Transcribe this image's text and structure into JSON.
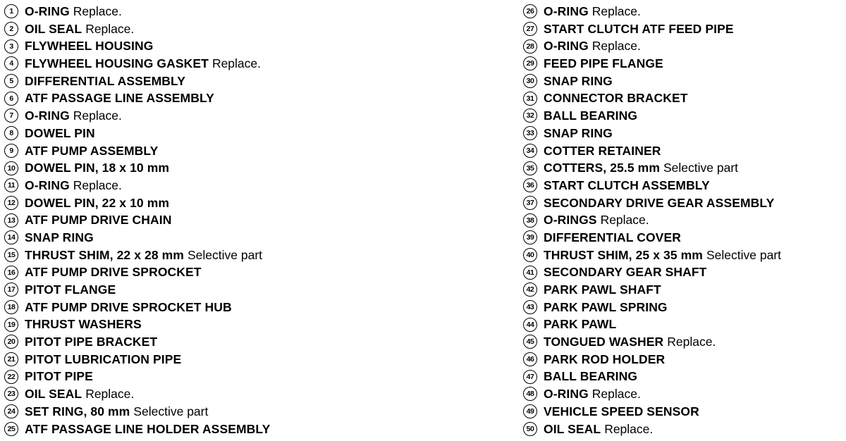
{
  "left_column": [
    {
      "num": "1",
      "name": "O-RING",
      "note": "Replace."
    },
    {
      "num": "2",
      "name": "OIL SEAL",
      "note": "Replace."
    },
    {
      "num": "3",
      "name": "FLYWHEEL HOUSING",
      "note": ""
    },
    {
      "num": "4",
      "name": "FLYWHEEL HOUSING GASKET",
      "note": "Replace."
    },
    {
      "num": "5",
      "name": "DIFFERENTIAL ASSEMBLY",
      "note": ""
    },
    {
      "num": "6",
      "name": "ATF PASSAGE LINE ASSEMBLY",
      "note": ""
    },
    {
      "num": "7",
      "name": "O-RING",
      "note": "Replace."
    },
    {
      "num": "8",
      "name": "DOWEL PIN",
      "note": ""
    },
    {
      "num": "9",
      "name": "ATF PUMP ASSEMBLY",
      "note": ""
    },
    {
      "num": "10",
      "name": "DOWEL PIN, 18 x 10 mm",
      "note": ""
    },
    {
      "num": "11",
      "name": "O-RING",
      "note": "Replace."
    },
    {
      "num": "12",
      "name": "DOWEL PIN, 22 x 10 mm",
      "note": ""
    },
    {
      "num": "13",
      "name": "ATF PUMP DRIVE CHAIN",
      "note": ""
    },
    {
      "num": "14",
      "name": "SNAP RING",
      "note": ""
    },
    {
      "num": "15",
      "name": "THRUST SHIM, 22 x 28 mm",
      "note": "Selective part"
    },
    {
      "num": "16",
      "name": "ATF PUMP DRIVE SPROCKET",
      "note": ""
    },
    {
      "num": "17",
      "name": "PITOT FLANGE",
      "note": ""
    },
    {
      "num": "18",
      "name": "ATF PUMP DRIVE SPROCKET HUB",
      "note": ""
    },
    {
      "num": "19",
      "name": "THRUST WASHERS",
      "note": ""
    },
    {
      "num": "20",
      "name": "PITOT PIPE BRACKET",
      "note": ""
    },
    {
      "num": "21",
      "name": "PITOT LUBRICATION PIPE",
      "note": ""
    },
    {
      "num": "22",
      "name": "PITOT PIPE",
      "note": ""
    },
    {
      "num": "23",
      "name": "OIL SEAL",
      "note": "Replace."
    },
    {
      "num": "24",
      "name": "SET RING, 80 mm",
      "note": "Selective part"
    },
    {
      "num": "25",
      "name": "ATF PASSAGE LINE HOLDER ASSEMBLY",
      "note": ""
    }
  ],
  "right_column": [
    {
      "num": "26",
      "name": "O-RING",
      "note": "Replace."
    },
    {
      "num": "27",
      "name": "START CLUTCH ATF FEED PIPE",
      "note": ""
    },
    {
      "num": "28",
      "name": "O-RING",
      "note": "Replace."
    },
    {
      "num": "29",
      "name": "FEED PIPE FLANGE",
      "note": ""
    },
    {
      "num": "30",
      "name": "SNAP RING",
      "note": ""
    },
    {
      "num": "31",
      "name": "CONNECTOR BRACKET",
      "note": ""
    },
    {
      "num": "32",
      "name": "BALL BEARING",
      "note": ""
    },
    {
      "num": "33",
      "name": "SNAP RING",
      "note": ""
    },
    {
      "num": "34",
      "name": "COTTER RETAINER",
      "note": ""
    },
    {
      "num": "35",
      "name": "COTTERS, 25.5 mm",
      "note": "Selective part"
    },
    {
      "num": "36",
      "name": "START CLUTCH ASSEMBLY",
      "note": ""
    },
    {
      "num": "37",
      "name": "SECONDARY DRIVE GEAR ASSEMBLY",
      "note": ""
    },
    {
      "num": "38",
      "name": "O-RINGS",
      "note": "Replace."
    },
    {
      "num": "39",
      "name": "DIFFERENTIAL COVER",
      "note": ""
    },
    {
      "num": "40",
      "name": "THRUST SHIM, 25 x 35 mm",
      "note": "Selective part"
    },
    {
      "num": "41",
      "name": "SECONDARY GEAR SHAFT",
      "note": ""
    },
    {
      "num": "42",
      "name": "PARK PAWL SHAFT",
      "note": ""
    },
    {
      "num": "43",
      "name": "PARK PAWL SPRING",
      "note": ""
    },
    {
      "num": "44",
      "name": "PARK PAWL",
      "note": ""
    },
    {
      "num": "45",
      "name": "TONGUED WASHER",
      "note": "Replace."
    },
    {
      "num": "46",
      "name": "PARK ROD HOLDER",
      "note": ""
    },
    {
      "num": "47",
      "name": "BALL BEARING",
      "note": ""
    },
    {
      "num": "48",
      "name": "O-RING",
      "note": "Replace."
    },
    {
      "num": "49",
      "name": "VEHICLE SPEED SENSOR",
      "note": ""
    },
    {
      "num": "50",
      "name": "OIL SEAL",
      "note": "Replace."
    }
  ]
}
